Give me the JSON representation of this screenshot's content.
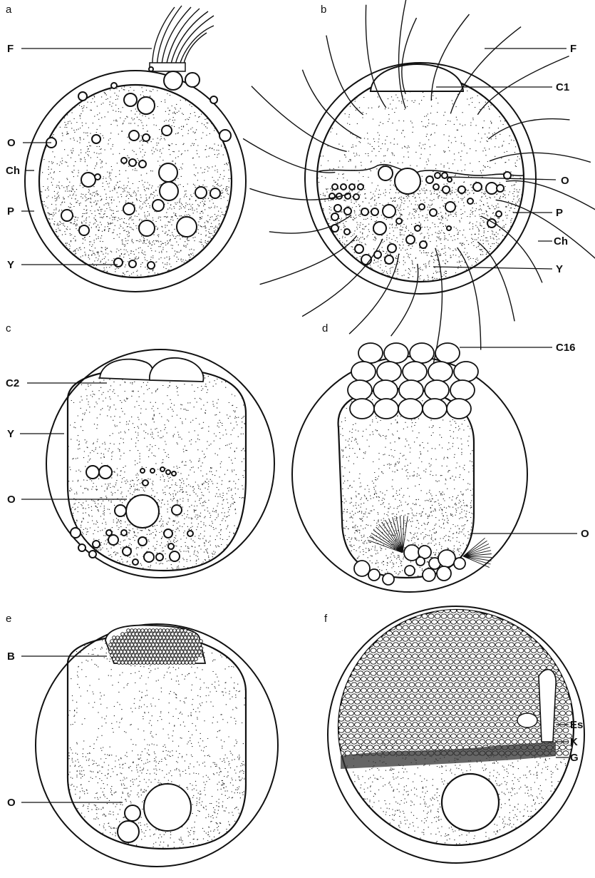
{
  "figure": {
    "panels": [
      {
        "letter": "a",
        "labels": [
          "F",
          "O",
          "Ch",
          "P",
          "Y"
        ]
      },
      {
        "letter": "b",
        "labels": [
          "F",
          "C1",
          "O",
          "P",
          "Ch",
          "Y"
        ]
      },
      {
        "letter": "c",
        "labels": [
          "C2",
          "Y",
          "O"
        ]
      },
      {
        "letter": "d",
        "labels": [
          "C16",
          "O"
        ]
      },
      {
        "letter": "e",
        "labels": [
          "B",
          "O"
        ]
      },
      {
        "letter": "f",
        "labels": [
          "Es",
          "K",
          "G"
        ]
      }
    ]
  },
  "colors": {
    "ink": "#111111",
    "paper": "#ffffff"
  }
}
